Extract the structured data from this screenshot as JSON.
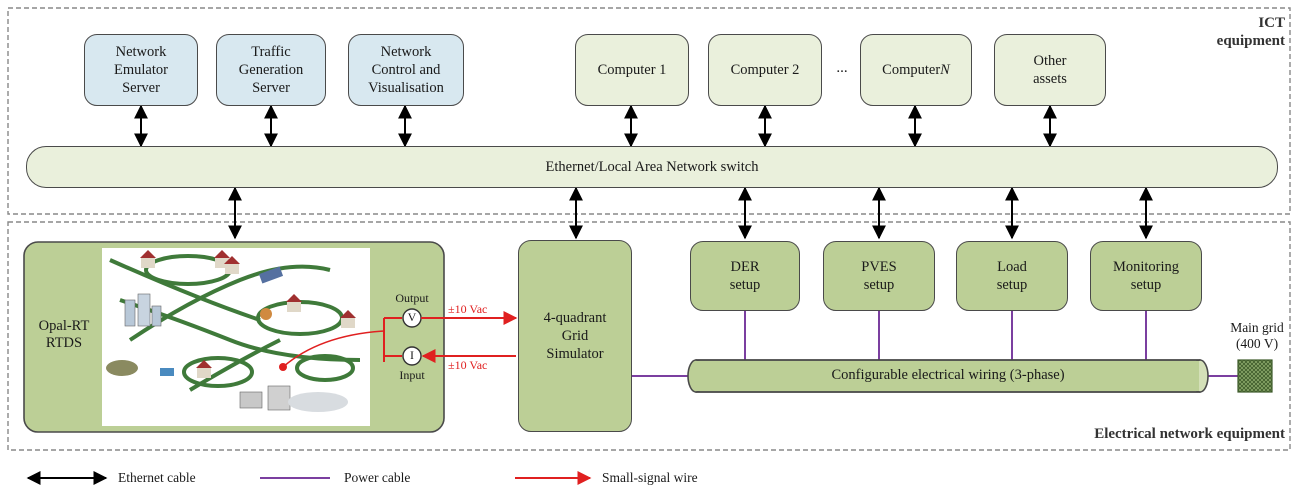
{
  "ict_section": {
    "label": "ICT\nequipment",
    "servers": [
      {
        "label": "Network\nEmulator\nServer"
      },
      {
        "label": "Traffic\nGeneration\nServer"
      },
      {
        "label": "Network\nControl and\nVisualisation"
      }
    ],
    "computers": [
      {
        "label": "Computer 1"
      },
      {
        "label": "Computer 2"
      },
      {
        "label": "Computer N"
      }
    ],
    "ellipsis": "...",
    "other_assets": "Other\nassets",
    "switch_label": "Ethernet/Local Area Network switch"
  },
  "electrical_section": {
    "label": "Electrical network equipment",
    "opal_rt_label": "Opal-RT\nRTDS",
    "output_label": "Output",
    "input_label": "Input",
    "voltage_symbol": "V",
    "current_symbol": "I",
    "signal_output_value": "±10 Vac",
    "signal_input_value": "±10 Vac",
    "grid_simulator_label": "4-quadrant\nGrid\nSimulator",
    "setups": [
      {
        "label": "DER\nsetup"
      },
      {
        "label": "PVES\nsetup"
      },
      {
        "label": "Load\nsetup"
      },
      {
        "label": "Monitoring\nsetup"
      }
    ],
    "wiring_label": "Configurable electrical wiring (3-phase)",
    "main_grid_label": "Main grid\n(400 V)"
  },
  "legend": {
    "ethernet": "Ethernet cable",
    "power": "Power cable",
    "signal": "Small-signal wire"
  },
  "colors": {
    "ethernet": "#000000",
    "power": "#7b3fa0",
    "signal": "#e02020",
    "server_fill": "#d8e8f0",
    "ict_fill": "#eaf0dc",
    "electrical_fill": "#bccf96"
  }
}
